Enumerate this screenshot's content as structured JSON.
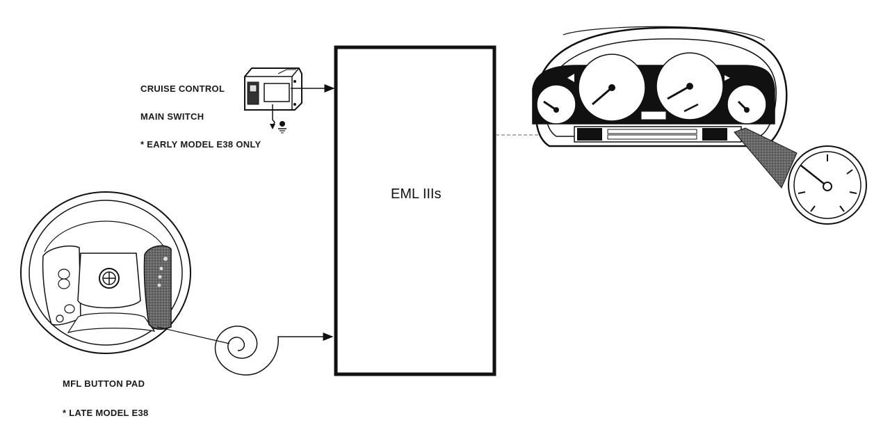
{
  "labels": {
    "cruise_switch_line1": "CRUISE CONTROL",
    "cruise_switch_line2": "MAIN SWITCH",
    "cruise_switch_note": "* EARLY MODEL E38 ONLY",
    "mfl_pad": "MFL BUTTON PAD",
    "mfl_note": "* LATE MODEL E38",
    "module": "EML IIIs"
  },
  "colors": {
    "ink": "#111111",
    "gray_fill": "#555555",
    "paper": "#ffffff"
  },
  "icons": {
    "switch": "cruise-control-switch-icon",
    "wheel": "steering-wheel-icon",
    "cluster": "instrument-cluster-icon",
    "gauge": "cruise-gauge-icon",
    "ground": "ground-icon"
  }
}
